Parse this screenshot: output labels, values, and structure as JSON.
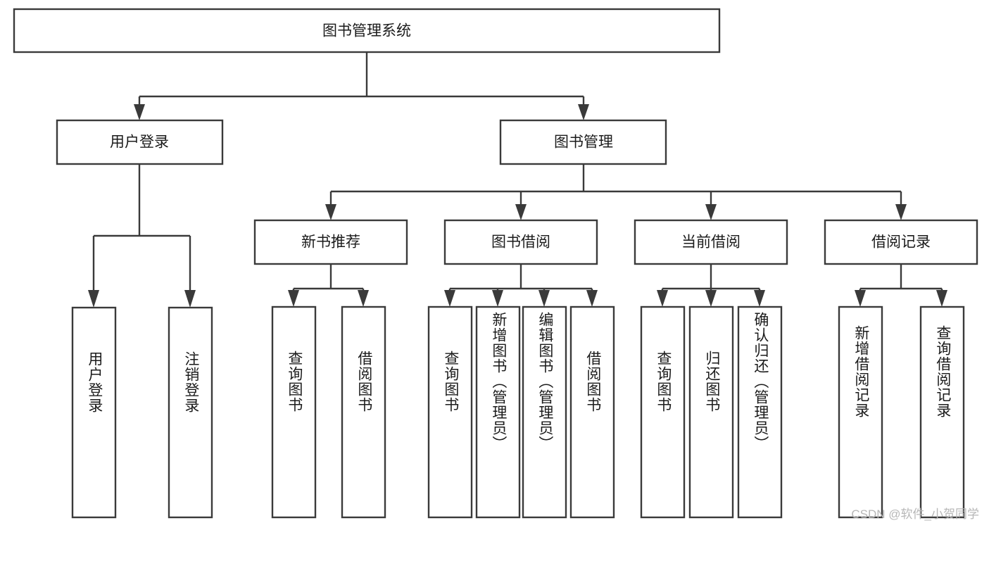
{
  "diagram": {
    "type": "hierarchy-tree",
    "title": "图书管理系统",
    "root": {
      "label": "图书管理系统"
    },
    "level2": [
      {
        "label": "用户登录"
      },
      {
        "label": "图书管理"
      }
    ],
    "level3": [
      {
        "label": "新书推荐"
      },
      {
        "label": "图书借阅"
      },
      {
        "label": "当前借阅"
      },
      {
        "label": "借阅记录"
      }
    ],
    "leaves": {
      "user_login": [
        {
          "label": "用户登录"
        },
        {
          "label": "注销登录"
        }
      ],
      "new_book_recommend": [
        {
          "label": "查询图书"
        },
        {
          "label": "借阅图书"
        }
      ],
      "book_borrow": [
        {
          "label": "查询图书"
        },
        {
          "label": "新增图书（管理员）"
        },
        {
          "label": "编辑图书（管理员）"
        },
        {
          "label": "借阅图书"
        }
      ],
      "current_borrow": [
        {
          "label": "查询图书"
        },
        {
          "label": "归还图书"
        },
        {
          "label": "确认归还（管理员）"
        }
      ],
      "borrow_record": [
        {
          "label": "新增借阅记录"
        },
        {
          "label": "查询借阅记录"
        }
      ]
    }
  },
  "watermark": {
    "text": "CSDN @软件_小贺同学"
  },
  "colors": {
    "box_stroke": "#3a3a3a",
    "box_fill": "#ffffff",
    "text": "#1b1b1b",
    "watermark": "#b7b7b7",
    "background": "#ffffff"
  }
}
